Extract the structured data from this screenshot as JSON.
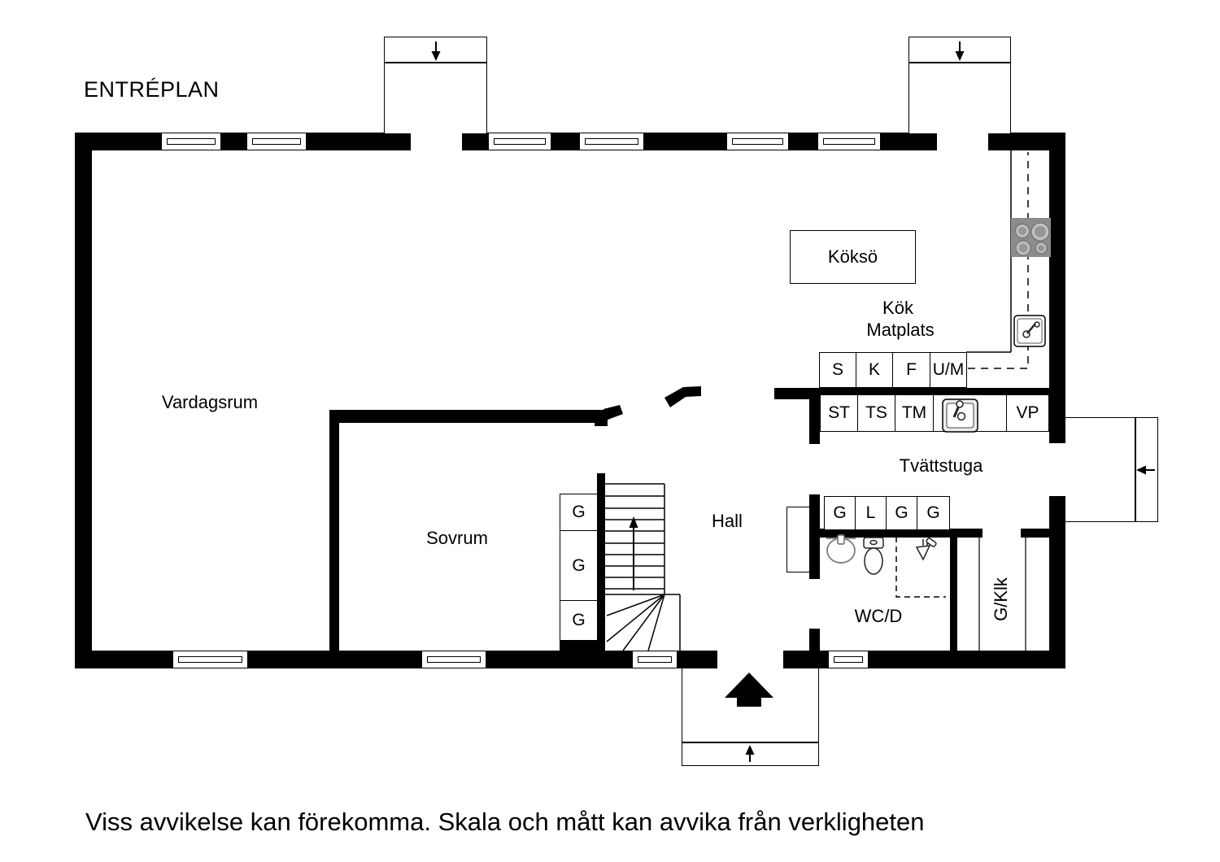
{
  "title": "ENTRÉPLAN",
  "disclaimer": "Viss avvikelse kan förekomma. Skala och mått kan avvika från verkligheten",
  "rooms": {
    "vardagsrum": "Vardagsrum",
    "sovrum": "Sovrum",
    "hall": "Hall",
    "kok": "Kök",
    "matplats": "Matplats",
    "kokso": "Köksö",
    "tvattstuga": "Tvättstuga",
    "wcd": "WC/D",
    "gklk": "G/Klk"
  },
  "appliances": {
    "kitchen_row": [
      "S",
      "K",
      "F",
      "U/M"
    ],
    "laundry_row": [
      "ST",
      "TS",
      "TM"
    ],
    "heat_pump": "VP",
    "laundry_cabinets": [
      "G",
      "L",
      "G",
      "G"
    ],
    "hall_closets": [
      "G",
      "G",
      "G"
    ]
  },
  "colors": {
    "wall": "#000000",
    "background": "#ffffff",
    "stove": "#8c8c8c"
  }
}
